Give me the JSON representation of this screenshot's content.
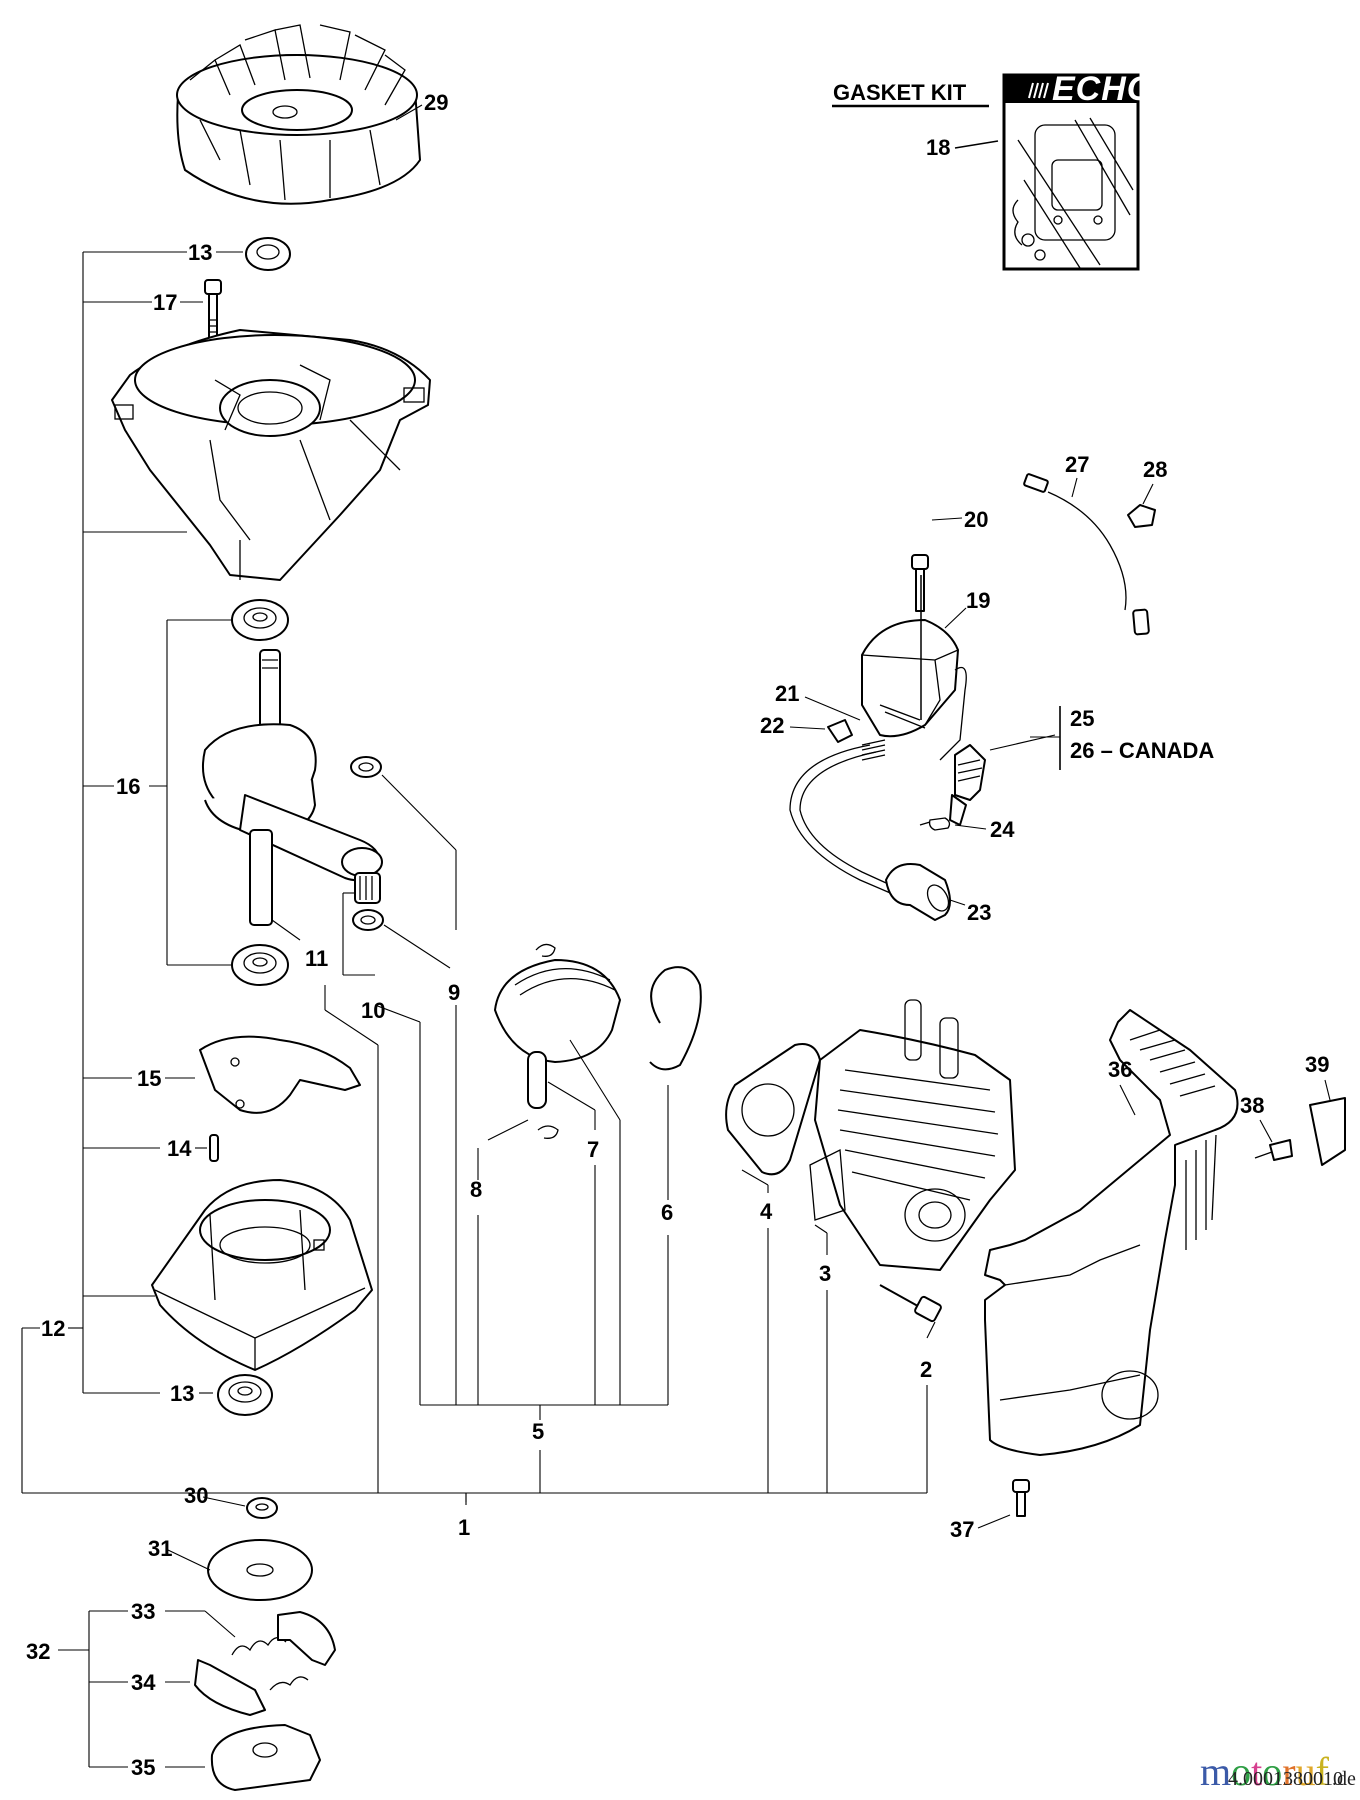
{
  "diagram": {
    "title": "Echo engine parts diagram",
    "gasket_kit": {
      "heading": "GASKET KIT",
      "brand": "ECHO",
      "part_number": "18"
    },
    "callouts": {
      "c1": "1",
      "c2": "2",
      "c3": "3",
      "c4": "4",
      "c5": "5",
      "c6": "6",
      "c7": "7",
      "c8": "8",
      "c9": "9",
      "c10": "10",
      "c11": "11",
      "c12": "12",
      "c13a": "13",
      "c13b": "13",
      "c14": "14",
      "c15": "15",
      "c16": "16",
      "c17": "17",
      "c19": "19",
      "c20": "20",
      "c21": "21",
      "c22": "22",
      "c23": "23",
      "c24": "24",
      "c25": "25",
      "c26": "26 – CANADA",
      "c27": "27",
      "c28": "28",
      "c29": "29",
      "c30": "30",
      "c31": "31",
      "c32": "32",
      "c33": "33",
      "c34": "34",
      "c35": "35",
      "c36": "36",
      "c37": "37",
      "c38": "38",
      "c39": "39"
    },
    "parts": [
      {
        "id": "flywheel",
        "callout": "29"
      },
      {
        "id": "oil-seal-top",
        "callout": "13"
      },
      {
        "id": "bolt-crankcase",
        "callout": "17"
      },
      {
        "id": "crankcase-upper",
        "callout": "12"
      },
      {
        "id": "crankshaft-assembly",
        "callout": "16"
      },
      {
        "id": "connecting-rod-washer",
        "callout": "9"
      },
      {
        "id": "needle-bearing",
        "callout": "10"
      },
      {
        "id": "crankshaft",
        "callout": "11"
      },
      {
        "id": "crankcase-gasket",
        "callout": "15"
      },
      {
        "id": "dowel-pin",
        "callout": "14"
      },
      {
        "id": "crankcase-lower",
        "callout": "12"
      },
      {
        "id": "oil-seal-bottom",
        "callout": "13"
      },
      {
        "id": "piston-ring-clip",
        "callout": "8"
      },
      {
        "id": "piston",
        "callout": "5"
      },
      {
        "id": "piston-pin",
        "callout": "7"
      },
      {
        "id": "piston-ring",
        "callout": "6"
      },
      {
        "id": "cylinder-gasket",
        "callout": "4"
      },
      {
        "id": "cylinder",
        "callout": "3"
      },
      {
        "id": "cylinder-bolt",
        "callout": "2"
      },
      {
        "id": "short-block-assembly",
        "callout": "1"
      },
      {
        "id": "ignition-coil",
        "callout": "19"
      },
      {
        "id": "ignition-bolt",
        "callout": "20"
      },
      {
        "id": "spring",
        "callout": "21"
      },
      {
        "id": "clip",
        "callout": "22"
      },
      {
        "id": "plug-cap",
        "callout": "23"
      },
      {
        "id": "terminal",
        "callout": "24"
      },
      {
        "id": "spark-plug",
        "callout": "25"
      },
      {
        "id": "spark-plug-canada",
        "callout": "26 – CANADA"
      },
      {
        "id": "stop-lead",
        "callout": "27"
      },
      {
        "id": "grommet",
        "callout": "28"
      },
      {
        "id": "washer",
        "callout": "30"
      },
      {
        "id": "plate",
        "callout": "31"
      },
      {
        "id": "clutch-assembly",
        "callout": "32"
      },
      {
        "id": "clutch-spring",
        "callout": "33"
      },
      {
        "id": "clutch-shoe",
        "callout": "34"
      },
      {
        "id": "clutch-cover",
        "callout": "35"
      },
      {
        "id": "cylinder-cover",
        "callout": "36"
      },
      {
        "id": "cover-bolt-bottom",
        "callout": "37"
      },
      {
        "id": "cover-bolt-top",
        "callout": "38"
      },
      {
        "id": "label",
        "callout": "39"
      }
    ],
    "watermark": {
      "brand_letters": [
        "m",
        "o",
        "t",
        "o",
        "r",
        "u",
        "f"
      ],
      "brand_colors": [
        "#3b5aa8",
        "#2e9e44",
        "#d6408f",
        "#2e9e44",
        "#e0722a",
        "#e0a72a",
        "#c9b21f"
      ],
      "code": "4.0001380010",
      "suffix": ".de"
    }
  }
}
